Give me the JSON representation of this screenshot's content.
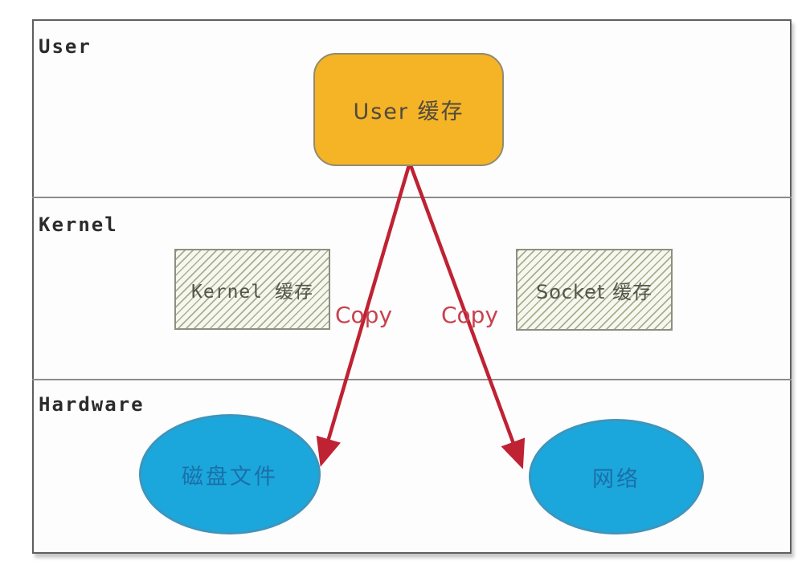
{
  "diagram": {
    "layers": [
      {
        "id": "user",
        "label": "User"
      },
      {
        "id": "kernel",
        "label": "Kernel"
      },
      {
        "id": "hardware",
        "label": "Hardware"
      }
    ],
    "nodes": [
      {
        "id": "user-cache",
        "label": "User 缓存",
        "layer": "user",
        "shape": "rounded-rect"
      },
      {
        "id": "kernel-cache",
        "label": "Kernel 缓存",
        "layer": "kernel",
        "shape": "hatched-rect"
      },
      {
        "id": "socket-cache",
        "label": "Socket 缓存",
        "layer": "kernel",
        "shape": "hatched-rect"
      },
      {
        "id": "disk-file",
        "label": "磁盘文件",
        "layer": "hardware",
        "shape": "ellipse"
      },
      {
        "id": "network",
        "label": "网络",
        "layer": "hardware",
        "shape": "ellipse"
      }
    ],
    "arrows": [
      {
        "from": "user-cache",
        "to": "disk-file",
        "label": "Copy"
      },
      {
        "from": "user-cache",
        "to": "network",
        "label": "Copy"
      }
    ],
    "colors": {
      "user_cache_fill": "#F5B326",
      "user_cache_border": "#8F8C6F",
      "user_cache_text": "#4F4A40",
      "hatch_fill": "#F6F7EF",
      "hatch_line": "#A8AE8E",
      "hatch_border": "#8B9080",
      "hatch_text": "#55554B",
      "ellipse_fill": "#1BA7DC",
      "ellipse_border": "#3E95BC",
      "ellipse_text": "#1B6FA8",
      "arrow": "#BF2233",
      "copy_label": "#C8414E",
      "frame_border": "#5F5F5F",
      "divider": "#8C8C8C",
      "layer_label": "#2B2B2B"
    }
  }
}
